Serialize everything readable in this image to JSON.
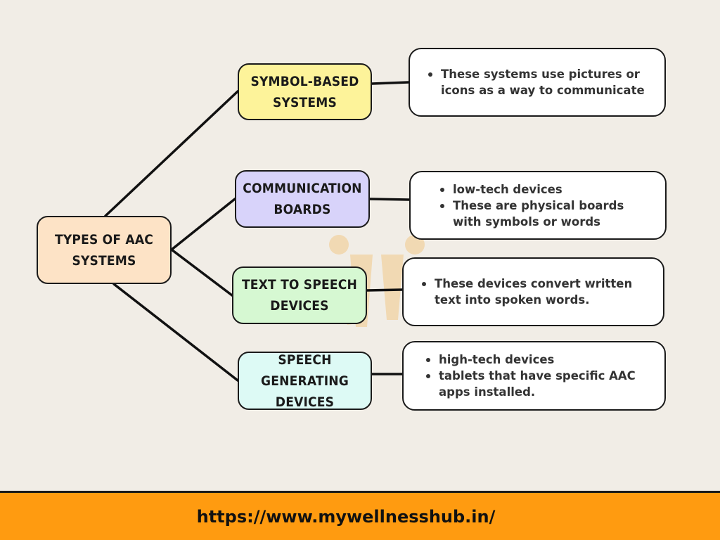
{
  "root": {
    "label": "TYPES OF AAC\nSYSTEMS"
  },
  "branches": [
    {
      "label": "SYMBOL-BASED\nSYSTEMS",
      "color": "#fdf39a",
      "bullets": [
        "These systems use pictures or icons as a way to communicate"
      ]
    },
    {
      "label": "COMMUNICATION\nBOARDS",
      "color": "#d8d3fa",
      "bullets": [
        "low-tech devices",
        "These are physical boards with symbols or words"
      ]
    },
    {
      "label": "TEXT TO SPEECH\nDEVICES",
      "color": "#d6f8d2",
      "bullets": [
        "These devices convert written text into spoken words."
      ]
    },
    {
      "label": "SPEECH GENERATING\nDEVICES",
      "color": "#ddfaf5",
      "bullets": [
        "high-tech devices",
        "tablets that have specific AAC apps installed."
      ]
    }
  ],
  "footer": {
    "url": "https://www.mywellnesshub.in/",
    "background": "#ff9b10"
  }
}
